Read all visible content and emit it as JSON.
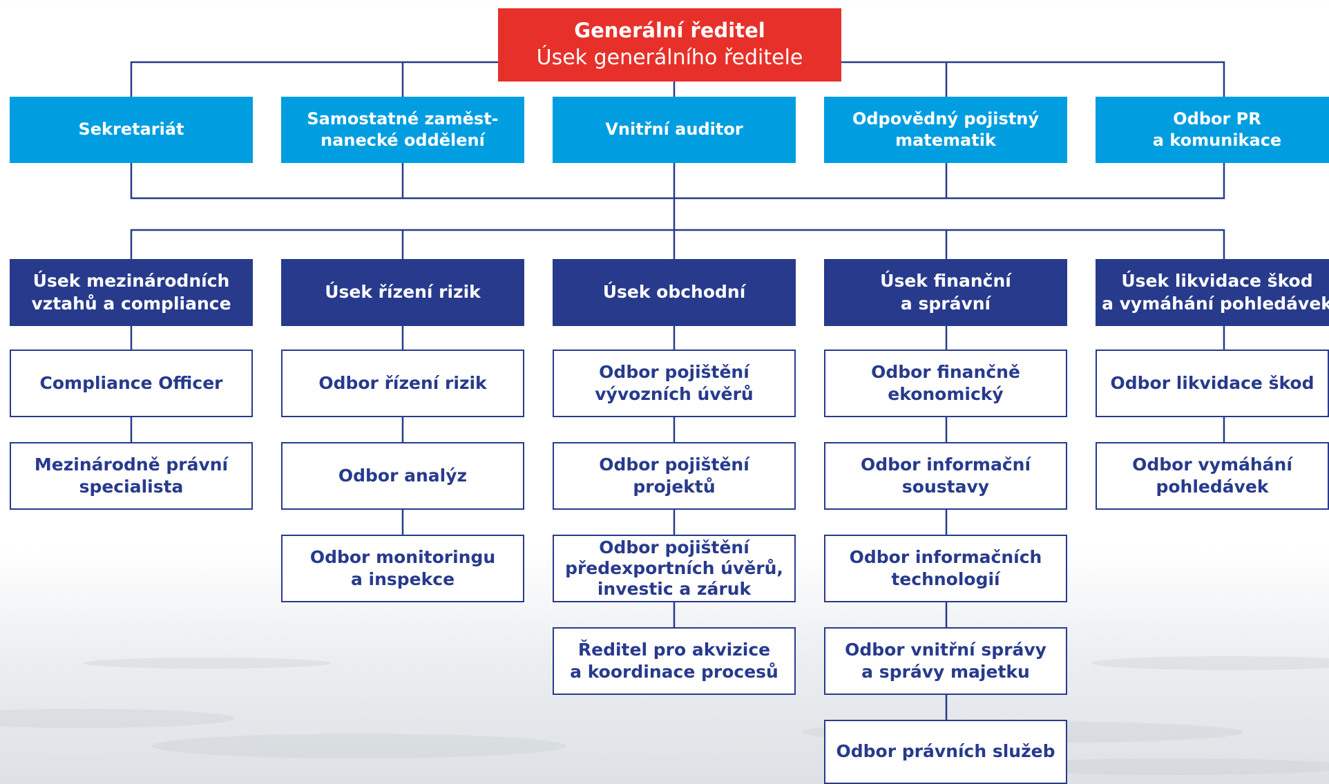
{
  "colors": {
    "ceo": "#e8302a",
    "staff": "#009ee0",
    "division": "#273a8c",
    "department_text": "#273a8c",
    "connector": "#273a8c"
  },
  "ceo": {
    "title": "Generální ředitel",
    "subtitle": "Úsek generálního ředitele"
  },
  "staff_units": [
    "Sekretariát",
    "Samostatné zaměst-\nnanecké oddělení",
    "Vnitřní auditor",
    "Odpovědný pojistný\nmatematik",
    "Odbor PR\na komunikace"
  ],
  "divisions": [
    {
      "name": "Úsek mezinárodních\nvztahů a compliance",
      "departments": [
        "Compliance Officer",
        "Mezinárodně právní\nspecialista"
      ]
    },
    {
      "name": "Úsek řízení rizik",
      "departments": [
        "Odbor řízení rizik",
        "Odbor analýz",
        "Odbor monitoringu\na inspekce"
      ]
    },
    {
      "name": "Úsek obchodní",
      "departments": [
        "Odbor pojištění\nvývozních úvěrů",
        "Odbor pojištění\nprojektů",
        "Odbor pojištění\npředexportních úvěrů,\ninvestic a záruk",
        "Ředitel pro akvizice\na koordinace procesů"
      ]
    },
    {
      "name": "Úsek finanční\na správní",
      "departments": [
        "Odbor finančně\nekonomický",
        "Odbor informační\nsoustavy",
        "Odbor informačních\ntechnologií",
        "Odbor vnitřní správy\na správy majetku",
        "Odbor právních služeb"
      ]
    },
    {
      "name": "Úsek likvidace škod\na vymáhání pohledávek",
      "departments": [
        "Odbor likvidace škod",
        "Odbor vymáhání\npohledávek"
      ]
    }
  ]
}
